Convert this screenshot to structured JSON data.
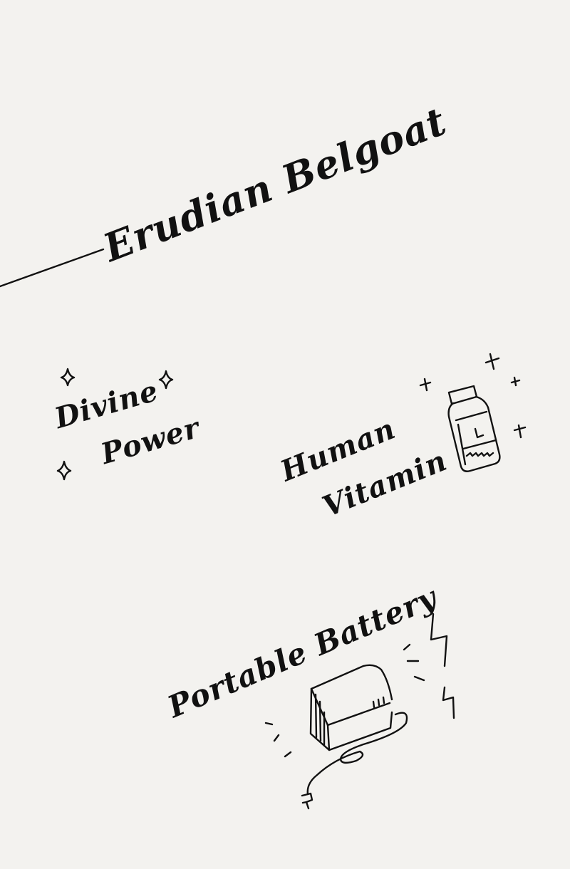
{
  "title": "Erudian Belgoat",
  "items": [
    {
      "line1": "Divine",
      "line2": "Power",
      "icon": "sparkle-icon"
    },
    {
      "line1": "Human",
      "line2": "Vitamin",
      "icon": "vitamin-bottle-icon"
    },
    {
      "line1": "Portable Battery",
      "icon": "battery-icon"
    }
  ],
  "colors": {
    "background": "#f3f2ef",
    "ink": "#111111"
  }
}
